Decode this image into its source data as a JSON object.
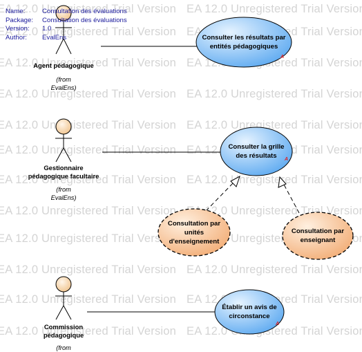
{
  "watermark": "EA 12.0 Unregistered Trial Version",
  "metadata": [
    {
      "key": "Name:",
      "value": "Consultation des évaluations"
    },
    {
      "key": "Package:",
      "value": "Consultation des évaluations"
    },
    {
      "key": "Version:",
      "value": "1.0"
    },
    {
      "key": "Author:",
      "value": "EvalEns"
    }
  ],
  "actors": [
    {
      "name_lines": [
        "Agent pédagogique"
      ],
      "from_lines": [
        "(from",
        "EvalEns)"
      ]
    },
    {
      "name_lines": [
        "Gestionnaire",
        "pédagogique facultaire"
      ],
      "from_lines": [
        "(from",
        "EvalEns)"
      ]
    },
    {
      "name_lines": [
        "Commission",
        "pédagogique"
      ],
      "from_lines": [
        "(from"
      ]
    }
  ],
  "use_cases": [
    {
      "lines": [
        "Consulter les résultats par",
        "entités pédagogiques"
      ],
      "style": "blue",
      "mark": "A"
    },
    {
      "lines": [
        "Consulter la grille",
        "des résultats"
      ],
      "style": "blue",
      "mark": "A"
    },
    {
      "lines": [
        "Consultation par",
        "unités",
        "d'enseignement"
      ],
      "style": "orange",
      "mark": ""
    },
    {
      "lines": [
        "Consultation par",
        "enseignant"
      ],
      "style": "orange",
      "mark": ""
    },
    {
      "lines": [
        "Établir un avis de",
        "circonstance"
      ],
      "style": "blue",
      "mark": "A"
    }
  ],
  "colors": {
    "blue_fill_light": "#cfe6ff",
    "blue_fill_dark": "#5aa8f0",
    "orange_fill_light": "#ffe6cf",
    "orange_fill_dark": "#f4b07a",
    "actor_head": "#f6d4a8",
    "watermark": "#d4d4d4",
    "meta_text": "#1a1a9c",
    "abstract_mark": "#e02020"
  }
}
